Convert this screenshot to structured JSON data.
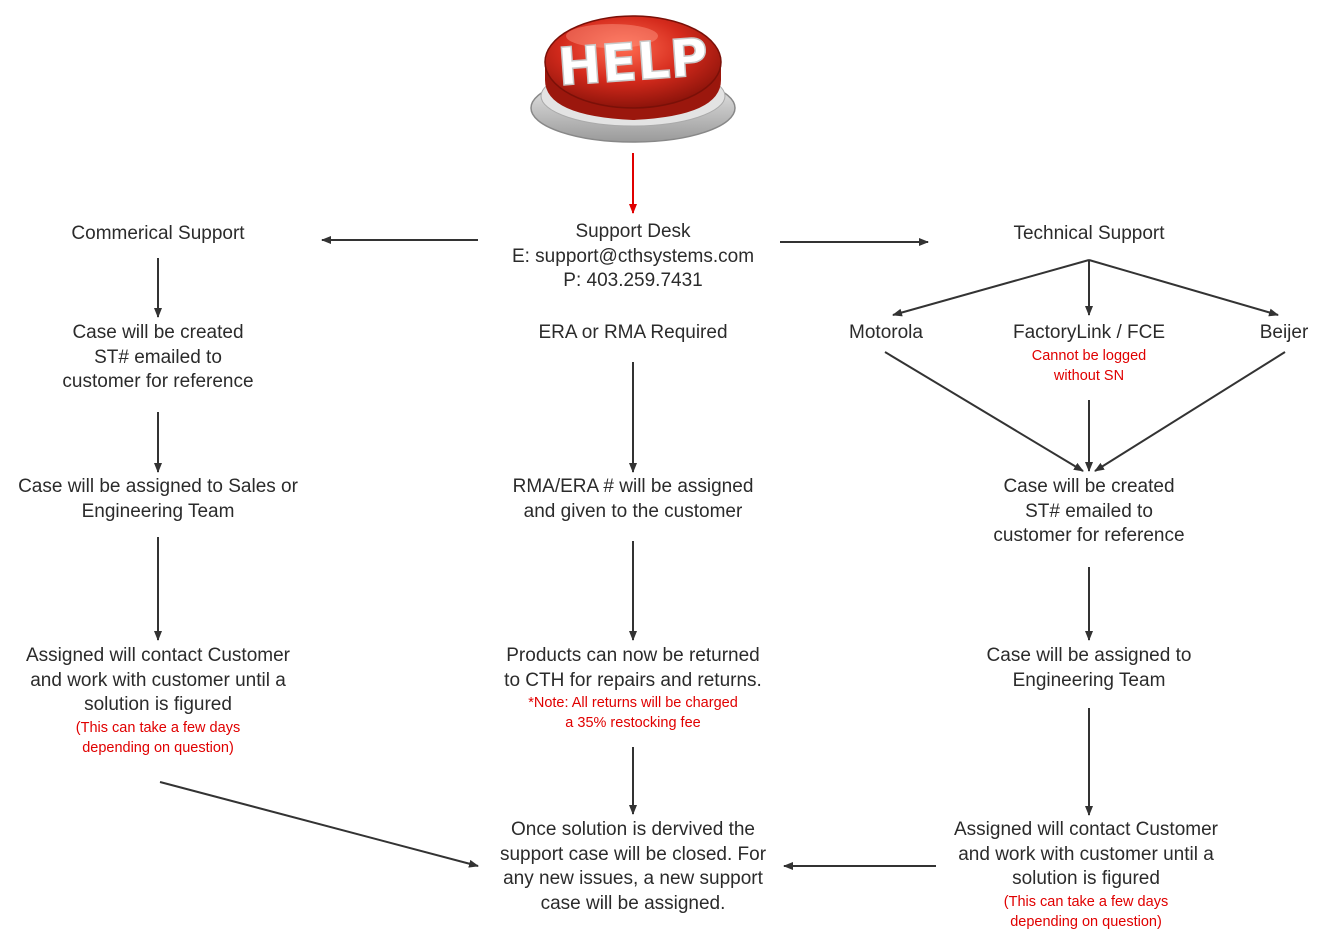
{
  "help_button": {
    "label": "HELP"
  },
  "nodes": {
    "support_desk": {
      "lines": [
        "Support Desk",
        "E: support@cthsystems.com",
        "P: 403.259.7431"
      ]
    },
    "commercial_support": {
      "lines": [
        "Commerical Support"
      ]
    },
    "technical_support": {
      "lines": [
        "Technical Support"
      ]
    },
    "commercial_case_created": {
      "lines": [
        "Case will be created",
        "ST# emailed to",
        "customer for reference"
      ]
    },
    "commercial_assigned_team": {
      "lines": [
        "Case will be assigned to Sales or",
        "Engineering Team"
      ]
    },
    "commercial_contact": {
      "lines": [
        "Assigned will contact Customer",
        "and work with customer until a",
        "solution is figured"
      ],
      "note": [
        "(This can take a few days",
        "depending on question)"
      ]
    },
    "era_rma_required": {
      "lines": [
        "ERA or RMA Required"
      ]
    },
    "rma_assigned": {
      "lines": [
        "RMA/ERA # will be assigned",
        "and given to the customer"
      ]
    },
    "products_returned": {
      "lines": [
        "Products can now be returned",
        "to CTH for repairs and returns."
      ],
      "note": [
        "*Note: All returns will be charged",
        "a 35% restocking fee"
      ]
    },
    "case_closed": {
      "lines": [
        "Once solution is dervived the",
        "support case will be closed. For",
        "any new issues, a new support",
        "case will be assigned."
      ]
    },
    "motorola": {
      "lines": [
        "Motorola"
      ]
    },
    "factorylink": {
      "lines": [
        "FactoryLink / FCE"
      ],
      "note": [
        "Cannot be logged",
        "without SN"
      ]
    },
    "beijer": {
      "lines": [
        "Beijer"
      ]
    },
    "tech_case_created": {
      "lines": [
        "Case will be created",
        "ST# emailed to",
        "customer for reference"
      ]
    },
    "tech_assigned_team": {
      "lines": [
        "Case will be assigned to",
        "Engineering Team"
      ]
    },
    "tech_contact": {
      "lines": [
        "Assigned will contact Customer",
        "and work with customer until a",
        "solution is figured"
      ],
      "note": [
        "(This can take a few days",
        "depending on question)"
      ]
    }
  },
  "colors": {
    "arrow": "#333333",
    "accent_arrow": "#e00000",
    "note_text": "#e00000",
    "button_red": "#d42a1c",
    "button_base": "#c9c9c9"
  }
}
